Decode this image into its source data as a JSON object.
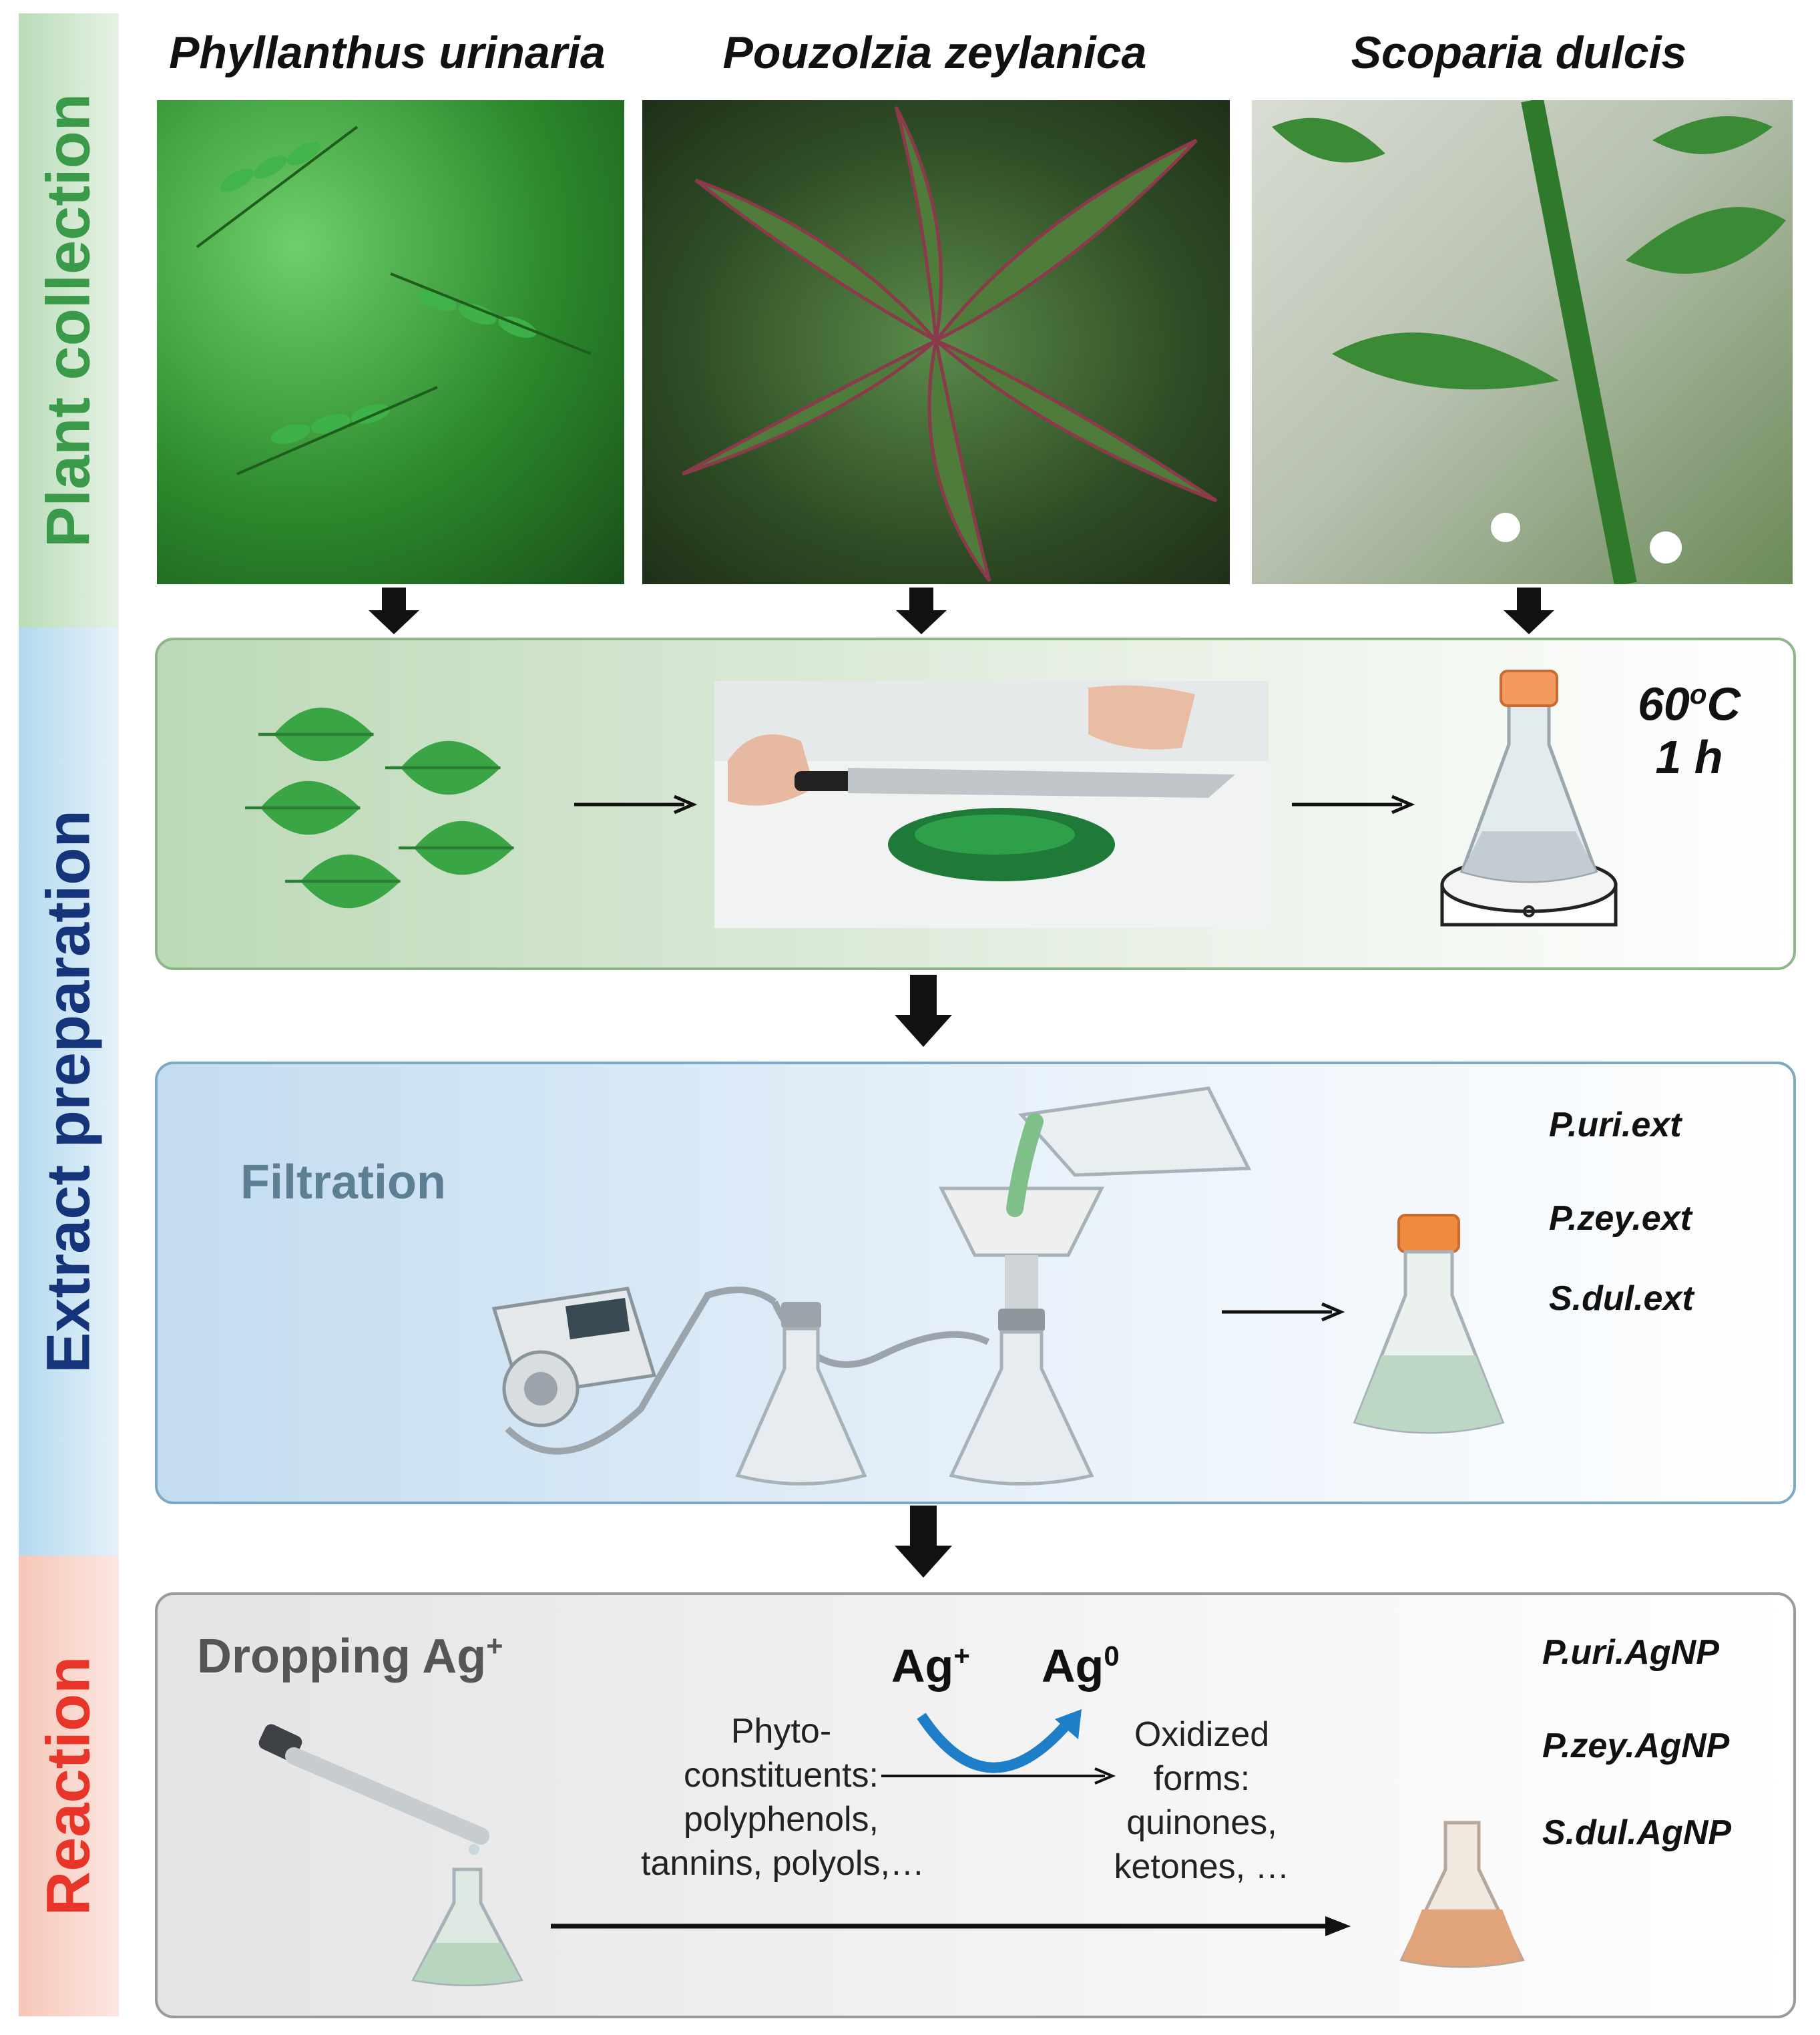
{
  "stages": {
    "plant_collection": "Plant collection",
    "extract_preparation": "Extract preparation",
    "reaction": "Reaction"
  },
  "species": [
    "Phyllanthus urinaria",
    "Pouzolzia zeylanica",
    "Scoparia dulcis"
  ],
  "heating": {
    "temperature": "60",
    "temperature_sup": "o",
    "temperature_unit": "C",
    "duration": "1 h"
  },
  "filtration": {
    "title": "Filtration",
    "extracts": [
      "P.uri.ext",
      "P.zey.ext",
      "S.dul.ext"
    ]
  },
  "reaction": {
    "title": "Dropping Ag",
    "title_sup": "+",
    "ag_ion": "Ag",
    "ag_ion_sup": "+",
    "ag_metal": "Ag",
    "ag_metal_sup": "0",
    "reducers": [
      "Phyto-",
      "constituents:",
      "polyphenols,",
      "tannins, polyols,…"
    ],
    "oxidized": [
      "Oxidized",
      "forms:",
      "quinones,",
      "ketones, …"
    ],
    "products": [
      "P.uri.AgNP",
      "P.zey.AgNP",
      "S.dul.AgNP"
    ]
  },
  "colors": {
    "plant_band": "#3a9a4a",
    "extract_band": "#16347a",
    "reaction_band": "#e8352a"
  }
}
